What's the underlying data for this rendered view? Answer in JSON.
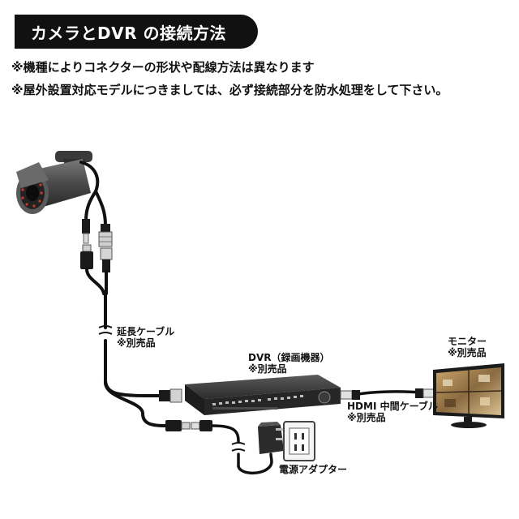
{
  "title": "カメラとDVR の接続方法",
  "notes": [
    "※機種によりコネクターの形状や配線方法は異なります",
    "※屋外設置対応モデルにつきましては、必ず接続部分を防水処理をして下さい。"
  ],
  "labels": {
    "extension_cable": "延長ケーブル",
    "extension_cable_sold_separately": "※別売品",
    "dvr": "DVR（録画機器）",
    "dvr_sold_separately": "※別売品",
    "monitor": "モニター",
    "monitor_sold_separately": "※別売品",
    "hdmi_cable": "HDMI 中間ケーブル",
    "hdmi_sold_separately": "※別売品",
    "power_adapter": "電源アダプター"
  }
}
